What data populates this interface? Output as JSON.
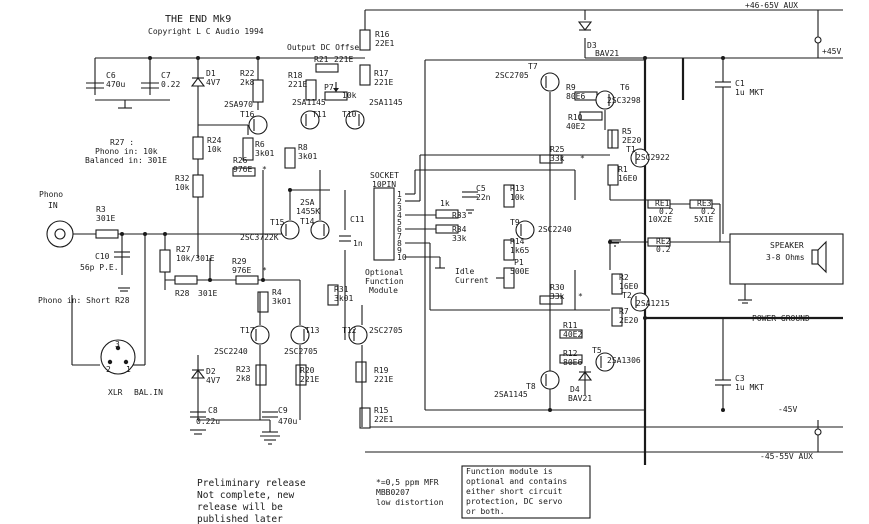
{
  "title": "THE END Mk9",
  "copyright": "Copyright L C Audio 1994",
  "output_dc_offset": "Output DC Offset",
  "rails": {
    "pos_aux": "+46-65V AUX",
    "pos": "+45V",
    "neg": "-45V",
    "neg_aux": "-45-55V AUX",
    "power_ground": "POWER GROUND"
  },
  "speaker": {
    "name": "SPEAKER",
    "impedance": "3-8 Ohms"
  },
  "inputs": {
    "phono": "Phono",
    "phono_in": "IN",
    "phono_short": "Phono in: Short R28",
    "xlr": "XLR",
    "bal_in": "BAL.IN",
    "pin1": "1",
    "pin2": "2",
    "pin3": "3"
  },
  "r27_note": {
    "line1": "R27 :",
    "line2": "Phono in: 10k",
    "line3": "Balanced in: 301E"
  },
  "socket": {
    "title1": "SOCKET",
    "title2": "10PIN",
    "pins": [
      "1",
      "2",
      "3",
      "4",
      "5",
      "6",
      "7",
      "8",
      "9",
      "10"
    ],
    "caption1": "Optional",
    "caption2": "Function",
    "caption3": "Module"
  },
  "idle_current": {
    "line1": "Idle",
    "line2": "Current"
  },
  "labels": {
    "R16": "R16",
    "R16v": "22E1",
    "R21": "R21",
    "R21v": "221E",
    "P7": "P7",
    "P7v": "10k",
    "R18": "R18",
    "R18v": "221E",
    "R17": "R17",
    "R17v": "221E",
    "R22": "R22",
    "R22v": "2k8",
    "D1": "D1",
    "D1v": "4V7",
    "C6": "C6",
    "C6v": "470u",
    "C7": "C7",
    "C7v": "0.22",
    "Q25A970": "2SA970",
    "T16": "T16",
    "Q2SA1145a": "2SA1145",
    "T11": "T11",
    "T10": "T10",
    "Q2SA1145b": "2SA1145",
    "R24": "R24",
    "R24v": "10k",
    "R6": "R6",
    "R6v": "3k01",
    "R26": "R26",
    "R26v": "976E",
    "R8": "R8",
    "R8v": "3k01",
    "R32": "R32",
    "R32v": "10k",
    "R3": "R3",
    "R3v": "301E",
    "C10": "C10",
    "C10v": "56p P.E.",
    "R27": "R27",
    "R27v": "10k/301E",
    "R28": "R28",
    "R28v": "301E",
    "T15": "T15",
    "Q2SC3722": "2SC3722K",
    "Q2SA1455": "2SA",
    "Q2SA1455b": "1455K",
    "T14": "T14",
    "C11": "C11",
    "C11v": "1n",
    "R29": "R29",
    "R29v": "976E",
    "R4": "R4",
    "R4v": "3k01",
    "R31": "R31",
    "R31v": "3k01",
    "T17": "T17",
    "Q2SC2240a": "2SC2240",
    "T13": "T13",
    "Q2SC2705a": "2SC2705",
    "T12": "T12",
    "Q2SC2705b": "2SC2705",
    "D2": "D2",
    "D2v": "4V7",
    "R23": "R23",
    "R23v": "2k8",
    "R20": "R20",
    "R20v": "221E",
    "R19": "R19",
    "R19v": "221E",
    "C8": "C8",
    "C8v": "0.22u",
    "C9": "C9",
    "C9v": "470u",
    "R15": "R15",
    "R15v": "22E1",
    "T7": "T7",
    "Q2SC2705c": "2SC2705",
    "D3": "D3",
    "D3v": "BAV21",
    "R9": "R9",
    "R9v": "80E6",
    "T6": "T6",
    "Q2SC3298": "2SC3298",
    "R10": "R10",
    "R10v": "40E2",
    "R5": "R5",
    "R5v": "2E20",
    "T1": "T1",
    "Q2SC2922": "2SC2922",
    "R1": "R1",
    "R1v": "16E0",
    "R25": "R25",
    "R25v": "33k",
    "C5": "C5",
    "C5v": "22n",
    "R13": "R13",
    "R13v": "10k",
    "R33": "R33",
    "R33lbl": "1k",
    "T9": "T9",
    "Q2SC2240b": "2SC2240",
    "R34": "R34",
    "R34v": "33k",
    "R14": "R14",
    "R14v": "1k65",
    "P1": "P1",
    "P1v": "500E",
    "R30": "R30",
    "R30v": "33k",
    "RE1": "RE1",
    "RE1v": "0.2",
    "RE1v2": "10X2E",
    "RE3": "RE3",
    "RE3v": "0.2",
    "RE3v2": "5X1E",
    "RE2": "RE2",
    "RE2v": "0.2",
    "C1": "C1",
    "C1v": "1u MKT",
    "C3": "C3",
    "C3v": "1u MKT",
    "R2": "R2",
    "R2v": "16E0",
    "T2": "T2",
    "Q2SA1215": "2SA1215",
    "R7": "R7",
    "R7v": "2E20",
    "R11": "R11",
    "R11v": "40E2",
    "R12": "R12",
    "R12v": "80E6",
    "T5": "T5",
    "Q2SA1306": "2SA1306",
    "T8": "T8",
    "Q2SA1145c": "2SA1145",
    "D4": "D4",
    "D4v": "BAV21",
    "star": "*"
  },
  "notes": {
    "preliminary": [
      "Preliminary release",
      "Not complete, new",
      "release will be",
      "published later"
    ],
    "mfr": [
      "*=0,5 ppm MFR",
      "MBB0207",
      "low distortion"
    ],
    "function": [
      "Function module is",
      "optional and contains",
      "either short circuit",
      "protection, DC servo",
      "or both."
    ]
  }
}
